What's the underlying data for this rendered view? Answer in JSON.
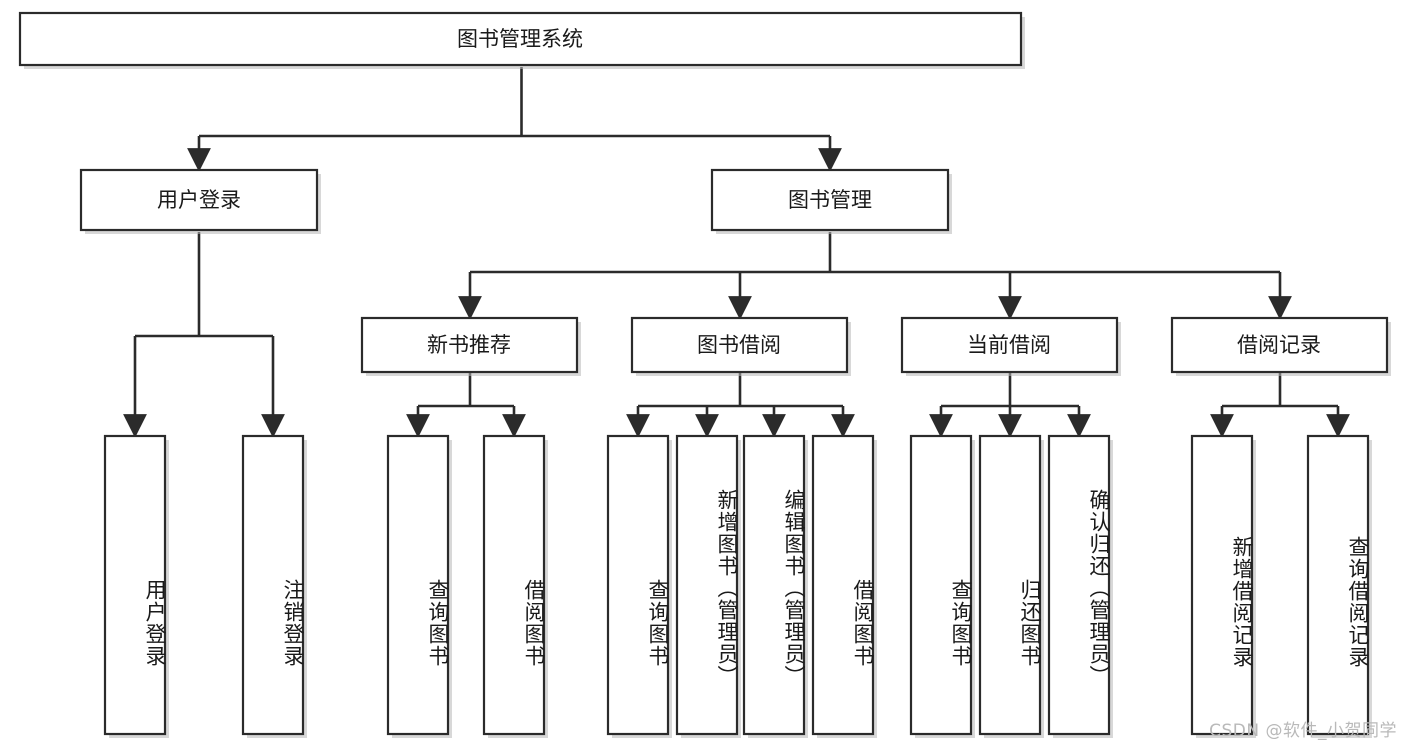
{
  "diagram": {
    "type": "tree-hierarchy",
    "title": "图书管理系统",
    "orientation": "top-down",
    "colors": {
      "box_stroke": "#2b2b2b",
      "box_fill": "#ffffff",
      "connector": "#2b2b2b",
      "text": "#1a1a1a",
      "watermark": "#b9b9b9"
    },
    "levels": {
      "root": "图书管理系统",
      "level1": [
        "用户登录",
        "图书管理"
      ],
      "level2": [
        "新书推荐",
        "图书借阅",
        "当前借阅",
        "借阅记录"
      ],
      "level3": [
        "用户登录",
        "注销登录",
        "查询图书",
        "借阅图书",
        "查询图书",
        "新增图书（管理员）",
        "编辑图书（管理员）",
        "借阅图书",
        "查询图书",
        "归还图书",
        "确认归还（管理员）",
        "新增借阅记录",
        "查询借阅记录"
      ]
    },
    "nodes": {
      "root": {
        "label": "图书管理系统"
      },
      "user_login": {
        "label": "用户登录"
      },
      "book_mgmt": {
        "label": "图书管理"
      },
      "new_book_rec": {
        "label": "新书推荐"
      },
      "book_borrow": {
        "label": "图书借阅"
      },
      "current_borrow": {
        "label": "当前借阅"
      },
      "borrow_record": {
        "label": "借阅记录"
      },
      "leaf_user_login": {
        "label": "用户登录"
      },
      "leaf_logout": {
        "label": "注销登录"
      },
      "leaf_query_book_1": {
        "label": "查询图书"
      },
      "leaf_borrow_book_1": {
        "label": "借阅图书"
      },
      "leaf_query_book_2": {
        "label": "查询图书"
      },
      "leaf_add_book": {
        "label": "新增图书（管理员）"
      },
      "leaf_edit_book": {
        "label": "编辑图书（管理员）"
      },
      "leaf_borrow_book_2": {
        "label": "借阅图书"
      },
      "leaf_query_book_3": {
        "label": "查询图书"
      },
      "leaf_return_book": {
        "label": "归还图书"
      },
      "leaf_confirm_return": {
        "label": "确认归还（管理员）"
      },
      "leaf_add_record": {
        "label": "新增借阅记录"
      },
      "leaf_query_record": {
        "label": "查询借阅记录"
      }
    }
  },
  "watermark": {
    "text": "CSDN @软件_小贺同学"
  }
}
